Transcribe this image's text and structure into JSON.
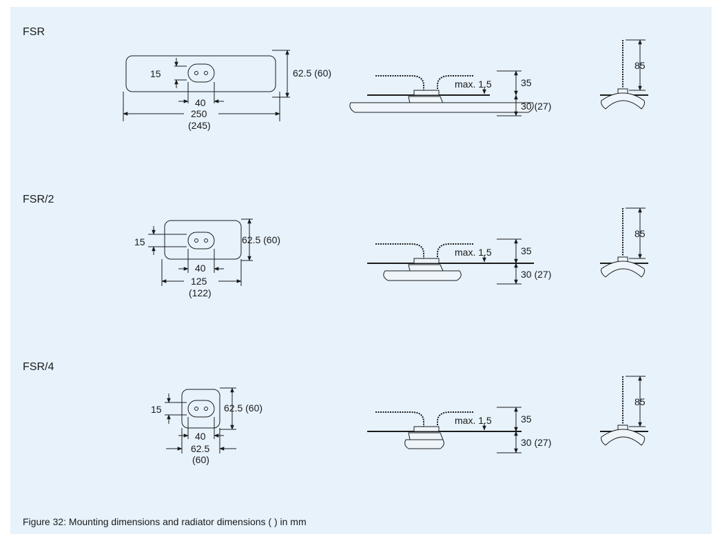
{
  "caption": "Figure 32: Mounting dimensions and radiator dimensions ( ) in mm",
  "rows": [
    {
      "title": "FSR",
      "top": {
        "hole_height": "15",
        "height": "62.5 (60)",
        "hole_width": "40",
        "length": "250",
        "length_alt": "(245)"
      },
      "side": {
        "max": "max. 1.5",
        "cable_height": "35",
        "radiator_height": "30 (27)"
      },
      "end": {
        "height": "85"
      }
    },
    {
      "title": "FSR/2",
      "top": {
        "hole_height": "15",
        "height": "62.5 (60)",
        "hole_width": "40",
        "length": "125",
        "length_alt": "(122)"
      },
      "side": {
        "max": "max. 1.5",
        "cable_height": "35",
        "radiator_height": "30 (27)"
      },
      "end": {
        "height": "85"
      }
    },
    {
      "title": "FSR/4",
      "top": {
        "hole_height": "15",
        "height": "62.5 (60)",
        "hole_width": "40",
        "length": "62.5",
        "length_alt": "(60)"
      },
      "side": {
        "max": "max. 1.5",
        "cable_height": "35",
        "radiator_height": "30 (27)"
      },
      "end": {
        "height": "85"
      }
    }
  ]
}
